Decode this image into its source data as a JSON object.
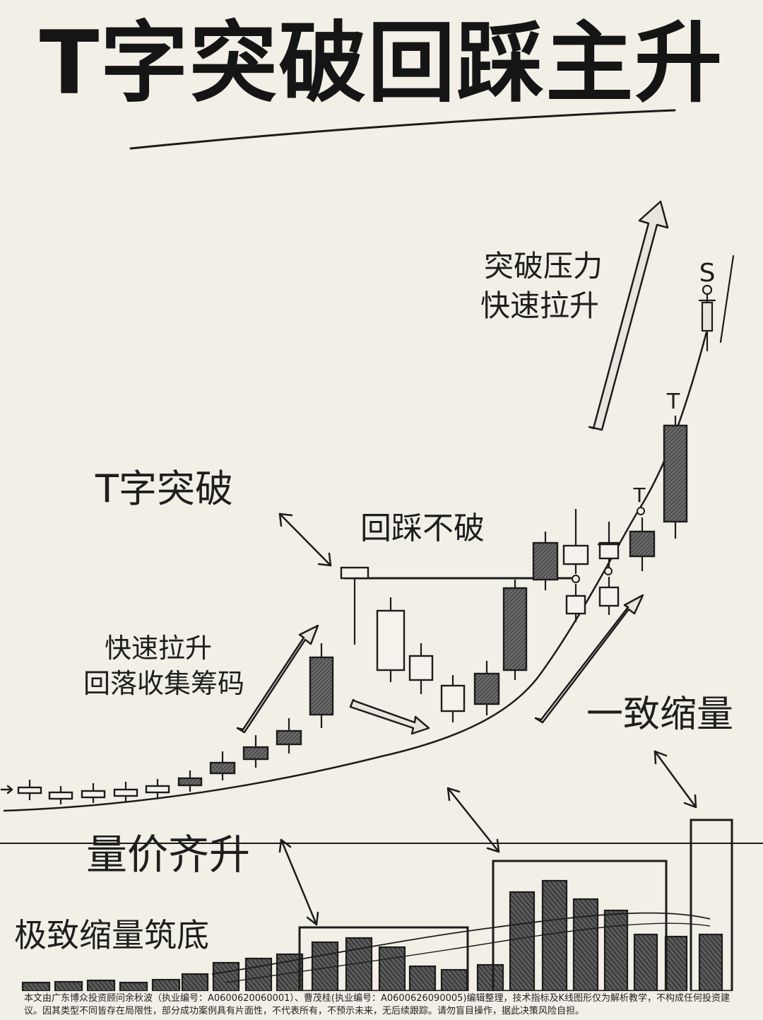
{
  "title": "T字突破回踩主升",
  "labels": {
    "t_breakout": "T字突破",
    "pullback_hold": "回踩不破",
    "fast_rise_collect_line1": "快速拉升",
    "fast_rise_collect_line2": "回落收集筹码",
    "break_pressure_line1": "突破压力",
    "break_pressure_line2": "快速拉升",
    "consistent_shrink": "一致缩量",
    "volume_price_rise": "量价齐升",
    "extreme_shrink_bottom": "极致缩量筑底"
  },
  "markers": {
    "t_marker_1": "T",
    "t_marker_2": "T",
    "s_marker": "S"
  },
  "disclaimer": "本文由广东博众投资顾问余秋波（执业编号：A0600620060001）、曹茂桂(执业编号：A0600626090005)编辑整理，技术指标及K线图形仅为解析教学，不构成任何投资建议。因其类型不同皆存在局限性，部分成功案例具有片面性，不代表所有，不预示未来，无后续跟踪。请勿盲目操作，据此决策风险自担。",
  "colors": {
    "background": "#f1efe6",
    "ink": "#1c1c1c",
    "candle_fill": "#555555",
    "volume_fill": "#4a4a4a"
  }
}
